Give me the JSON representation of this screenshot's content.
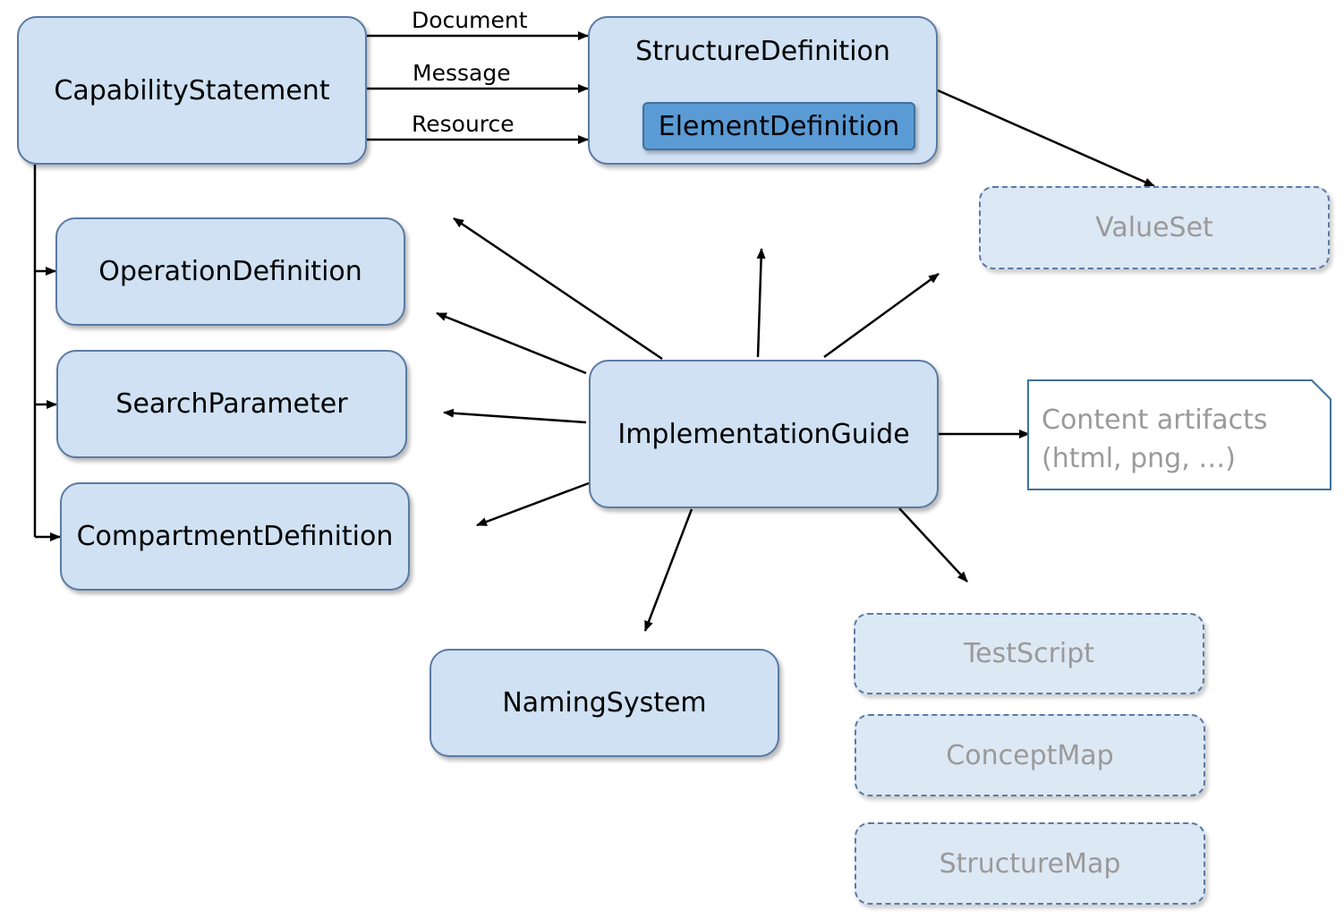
{
  "nodes": {
    "capability_statement": "CapabilityStatement",
    "structure_definition": "StructureDefinition",
    "element_definition": "ElementDefinition",
    "value_set": "ValueSet",
    "operation_definition": "OperationDefinition",
    "search_parameter": "SearchParameter",
    "compartment_definition": "CompartmentDefinition",
    "implementation_guide": "ImplementationGuide",
    "content_artifacts_line1": "Content artifacts",
    "content_artifacts_line2": "(html, png, …)",
    "naming_system": "NamingSystem",
    "test_script": "TestScript",
    "concept_map": "ConceptMap",
    "structure_map": "StructureMap"
  },
  "edge_labels": {
    "document": "Document",
    "message": "Message",
    "resource": "Resource"
  }
}
